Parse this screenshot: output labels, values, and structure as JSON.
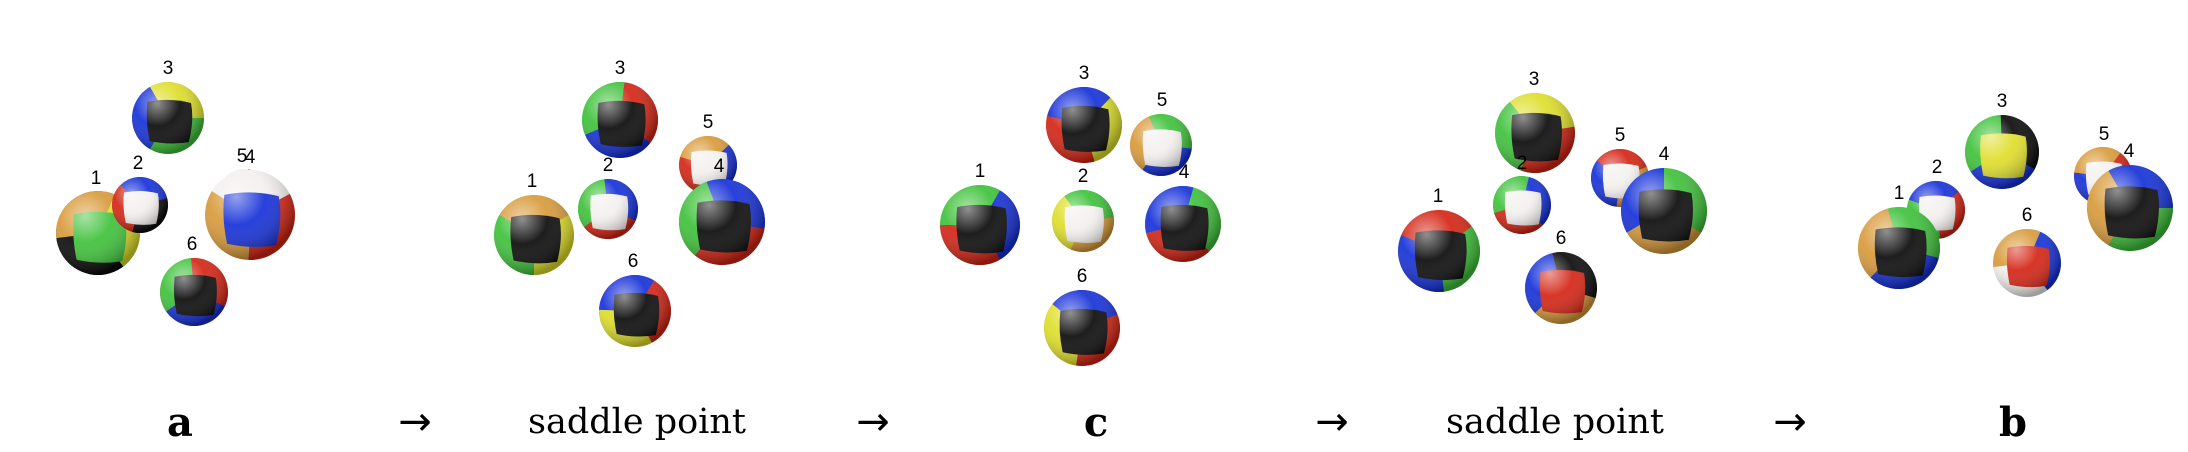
{
  "captions": {
    "a": "a",
    "saddle_1": "saddle point",
    "c": "c",
    "saddle_2": "saddle point",
    "b": "b"
  },
  "arrow_glyph": "→",
  "colors": {
    "black": "#0a0a0a",
    "green": "#3ec13a",
    "blue": "#1530d8",
    "red": "#d42414",
    "yellow": "#dede2a",
    "orange": "#d89a3a",
    "white": "#f3f0ee"
  },
  "configurations": [
    {
      "name": "a",
      "balls": [
        {
          "label": "3",
          "colors": [
            "black",
            "green",
            "blue",
            "yellow"
          ]
        },
        {
          "label": "1",
          "colors": [
            "green",
            "black",
            "orange",
            "yellow"
          ]
        },
        {
          "label": "2",
          "colors": [
            "white",
            "red",
            "blue",
            "black"
          ]
        },
        {
          "label": "5",
          "colors": [
            "green",
            "white",
            "red",
            "blue"
          ]
        },
        {
          "label": "4",
          "colors": [
            "blue",
            "white",
            "red",
            "orange"
          ]
        },
        {
          "label": "6",
          "colors": [
            "black",
            "red",
            "blue",
            "green"
          ]
        }
      ]
    },
    {
      "name": "saddle point",
      "balls": [
        {
          "label": "3",
          "colors": [
            "black",
            "blue",
            "green",
            "red"
          ]
        },
        {
          "label": "1",
          "colors": [
            "black",
            "green",
            "orange",
            "yellow"
          ]
        },
        {
          "label": "2",
          "colors": [
            "white",
            "green",
            "blue",
            "red"
          ]
        },
        {
          "label": "5",
          "colors": [
            "white",
            "orange",
            "blue",
            "red"
          ]
        },
        {
          "label": "4",
          "colors": [
            "black",
            "blue",
            "red",
            "green"
          ]
        },
        {
          "label": "6",
          "colors": [
            "black",
            "red",
            "yellow",
            "blue"
          ]
        }
      ]
    },
    {
      "name": "c",
      "balls": [
        {
          "label": "3",
          "colors": [
            "black",
            "red",
            "blue",
            "yellow"
          ]
        },
        {
          "label": "5",
          "colors": [
            "white",
            "orange",
            "green",
            "blue"
          ]
        },
        {
          "label": "1",
          "colors": [
            "black",
            "green",
            "blue",
            "red"
          ]
        },
        {
          "label": "2",
          "colors": [
            "white",
            "green",
            "orange",
            "yellow"
          ]
        },
        {
          "label": "4",
          "colors": [
            "black",
            "green",
            "red",
            "blue"
          ]
        },
        {
          "label": "6",
          "colors": [
            "black",
            "red",
            "yellow",
            "blue"
          ]
        }
      ]
    },
    {
      "name": "saddle point",
      "balls": [
        {
          "label": "3",
          "colors": [
            "black",
            "green",
            "yellow",
            "red"
          ]
        },
        {
          "label": "2",
          "colors": [
            "white",
            "green",
            "blue",
            "red"
          ]
        },
        {
          "label": "5",
          "colors": [
            "white",
            "red",
            "orange",
            "blue"
          ]
        },
        {
          "label": "4",
          "colors": [
            "black",
            "green",
            "orange",
            "blue"
          ]
        },
        {
          "label": "1",
          "colors": [
            "black",
            "green",
            "blue",
            "red"
          ]
        },
        {
          "label": "6",
          "colors": [
            "red",
            "orange",
            "blue",
            "black"
          ]
        }
      ]
    },
    {
      "name": "b",
      "balls": [
        {
          "label": "3",
          "colors": [
            "yellow",
            "green",
            "black",
            "blue"
          ]
        },
        {
          "label": "2",
          "colors": [
            "white",
            "blue",
            "red",
            "green"
          ]
        },
        {
          "label": "1",
          "colors": [
            "black",
            "green",
            "blue",
            "orange"
          ]
        },
        {
          "label": "5",
          "colors": [
            "white",
            "red",
            "blue",
            "orange"
          ]
        },
        {
          "label": "4",
          "colors": [
            "black",
            "green",
            "orange",
            "blue"
          ]
        },
        {
          "label": "6",
          "colors": [
            "red",
            "white",
            "orange",
            "blue"
          ]
        }
      ]
    }
  ]
}
